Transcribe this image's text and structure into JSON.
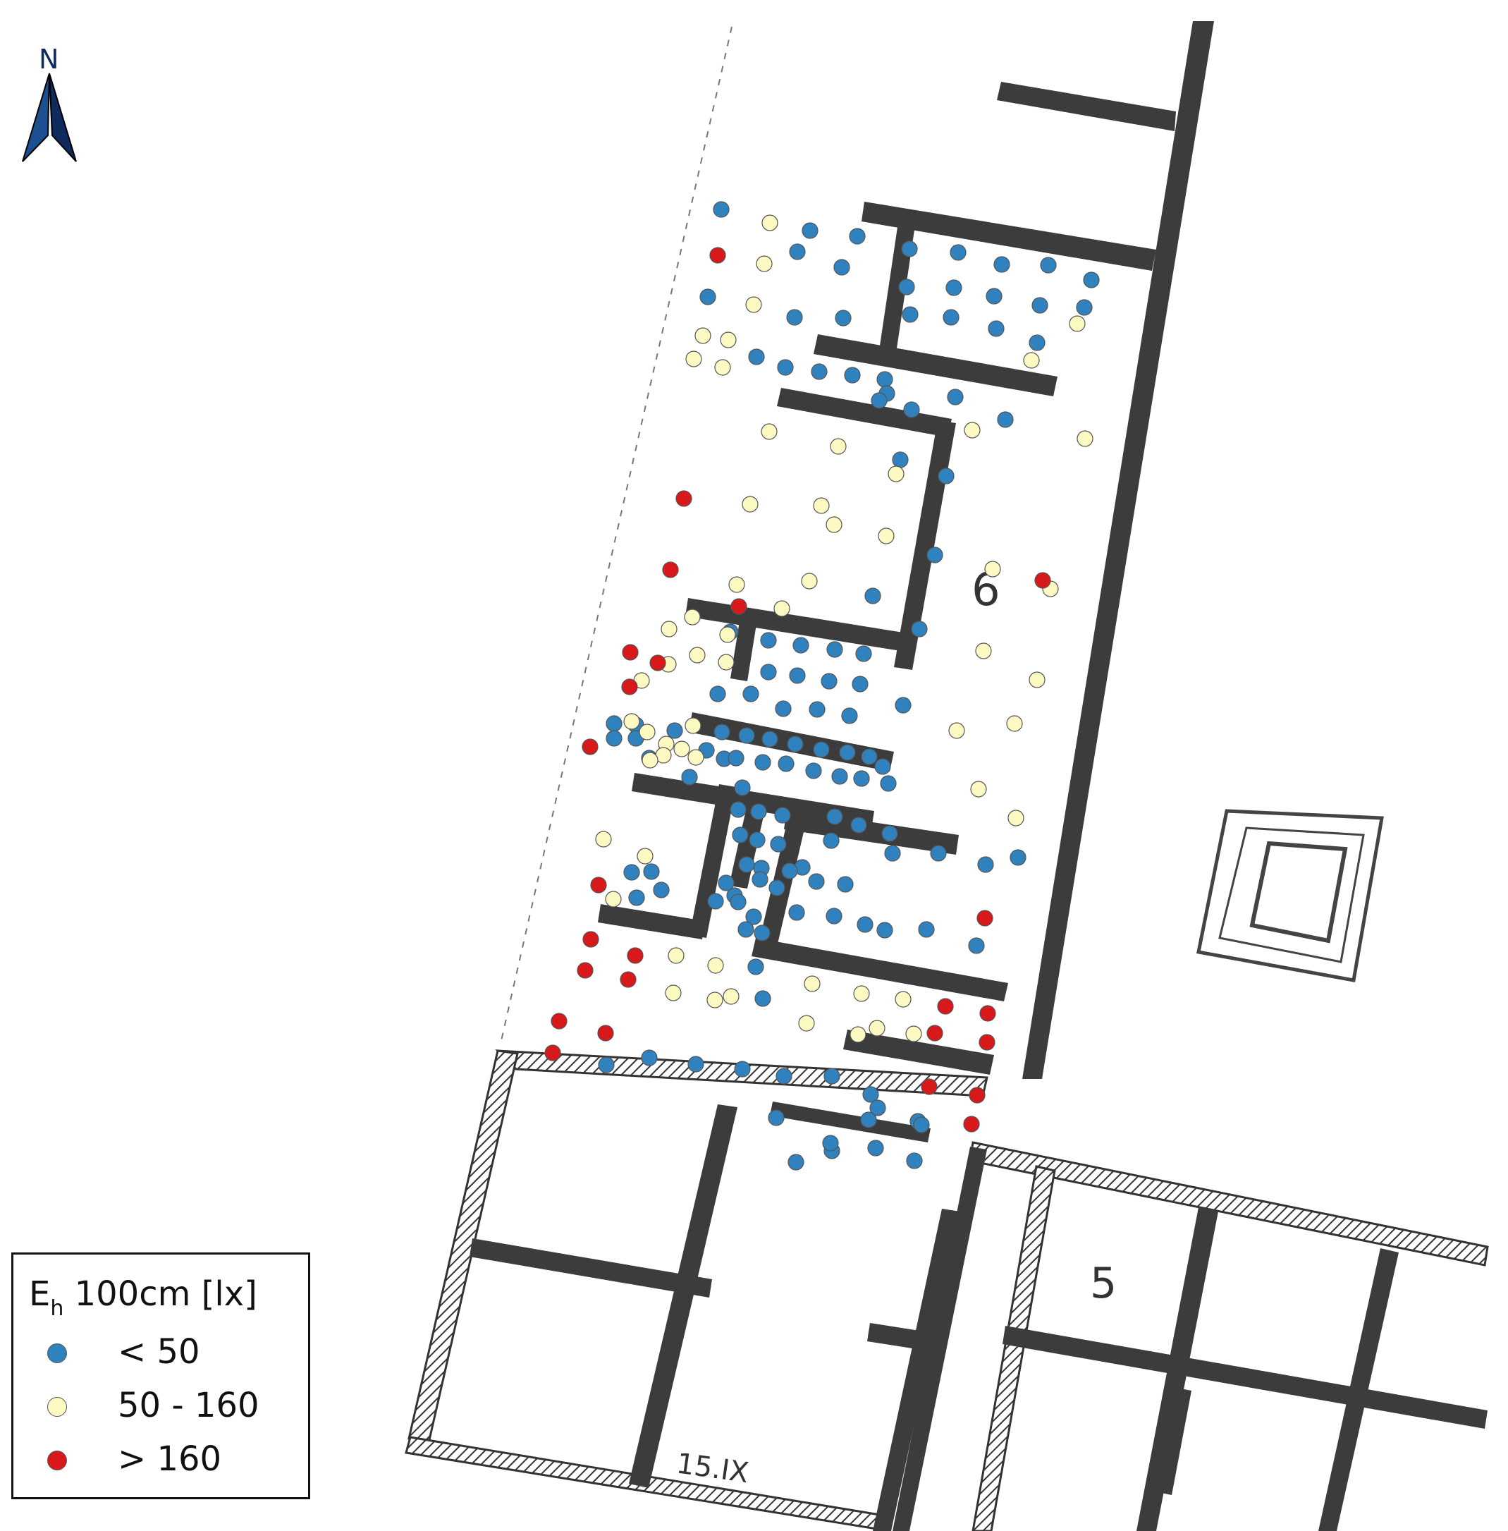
{
  "north_arrow": {
    "letter": "N"
  },
  "plan_labels": {
    "house": "6",
    "block": "5",
    "insula": "15.IX"
  },
  "legend": {
    "title_main": "E",
    "title_sub": "h",
    "title_rest": " 100cm [lx]",
    "classes": [
      {
        "label": "< 50",
        "color": "#2f82bd"
      },
      {
        "label": "50 - 160",
        "color": "#fdf9c2"
      },
      {
        "label": "> 160",
        "color": "#d7191c"
      }
    ]
  },
  "measurements": {
    "low": [
      [
        1023,
        297
      ],
      [
        1149,
        327
      ],
      [
        1216,
        335
      ],
      [
        1290,
        353
      ],
      [
        1359,
        358
      ],
      [
        1421,
        375
      ],
      [
        1487,
        376
      ],
      [
        1548,
        397
      ],
      [
        1131,
        357
      ],
      [
        1194,
        379
      ],
      [
        1286,
        407
      ],
      [
        1353,
        408
      ],
      [
        1410,
        420
      ],
      [
        1475,
        433
      ],
      [
        1538,
        436
      ],
      [
        1004,
        421
      ],
      [
        1127,
        450
      ],
      [
        1196,
        451
      ],
      [
        1291,
        446
      ],
      [
        1349,
        450
      ],
      [
        1413,
        466
      ],
      [
        1471,
        486
      ],
      [
        1073,
        506
      ],
      [
        1114,
        521
      ],
      [
        1162,
        527
      ],
      [
        1209,
        532
      ],
      [
        1255,
        538
      ],
      [
        1258,
        558
      ],
      [
        1293,
        581
      ],
      [
        1247,
        568
      ],
      [
        1355,
        563
      ],
      [
        1426,
        595
      ],
      [
        1277,
        652
      ],
      [
        1342,
        675
      ],
      [
        1326,
        787
      ],
      [
        1238,
        845
      ],
      [
        1304,
        892
      ],
      [
        1036,
        896
      ],
      [
        1090,
        908
      ],
      [
        1136,
        915
      ],
      [
        1184,
        921
      ],
      [
        1225,
        927
      ],
      [
        1090,
        953
      ],
      [
        1131,
        958
      ],
      [
        1176,
        966
      ],
      [
        1220,
        970
      ],
      [
        1018,
        984
      ],
      [
        1065,
        984
      ],
      [
        1111,
        1005
      ],
      [
        1159,
        1006
      ],
      [
        1205,
        1015
      ],
      [
        1281,
        1000
      ],
      [
        871,
        1026
      ],
      [
        902,
        1028
      ],
      [
        871,
        1047
      ],
      [
        902,
        1047
      ],
      [
        921,
        1075
      ],
      [
        957,
        1036
      ],
      [
        1024,
        1038
      ],
      [
        1059,
        1043
      ],
      [
        1092,
        1048
      ],
      [
        1128,
        1055
      ],
      [
        1165,
        1063
      ],
      [
        1202,
        1067
      ],
      [
        1233,
        1073
      ],
      [
        1252,
        1087
      ],
      [
        1002,
        1064
      ],
      [
        1027,
        1076
      ],
      [
        1044,
        1075
      ],
      [
        1082,
        1081
      ],
      [
        1115,
        1083
      ],
      [
        1154,
        1093
      ],
      [
        1191,
        1101
      ],
      [
        1222,
        1104
      ],
      [
        1260,
        1111
      ],
      [
        1053,
        1117
      ],
      [
        978,
        1102
      ],
      [
        1047,
        1148
      ],
      [
        1076,
        1151
      ],
      [
        1110,
        1156
      ],
      [
        1184,
        1158
      ],
      [
        1218,
        1170
      ],
      [
        1179,
        1192
      ],
      [
        1262,
        1182
      ],
      [
        1266,
        1210
      ],
      [
        1331,
        1210
      ],
      [
        1398,
        1226
      ],
      [
        1444,
        1216
      ],
      [
        1050,
        1184
      ],
      [
        1074,
        1191
      ],
      [
        1104,
        1197
      ],
      [
        1138,
        1230
      ],
      [
        1059,
        1226
      ],
      [
        1080,
        1231
      ],
      [
        1102,
        1259
      ],
      [
        1042,
        1270
      ],
      [
        1030,
        1252
      ],
      [
        1078,
        1247
      ],
      [
        1015,
        1278
      ],
      [
        1047,
        1279
      ],
      [
        1069,
        1300
      ],
      [
        1058,
        1318
      ],
      [
        1081,
        1323
      ],
      [
        1120,
        1235
      ],
      [
        1158,
        1250
      ],
      [
        1199,
        1254
      ],
      [
        1130,
        1294
      ],
      [
        1183,
        1299
      ],
      [
        1227,
        1311
      ],
      [
        1255,
        1319
      ],
      [
        1314,
        1318
      ],
      [
        1385,
        1341
      ],
      [
        896,
        1237
      ],
      [
        924,
        1236
      ],
      [
        938,
        1262
      ],
      [
        903,
        1273
      ],
      [
        1072,
        1371
      ],
      [
        1082,
        1416
      ],
      [
        860,
        1510
      ],
      [
        921,
        1500
      ],
      [
        987,
        1509
      ],
      [
        1053,
        1516
      ],
      [
        1112,
        1526
      ],
      [
        1180,
        1526
      ],
      [
        1235,
        1552
      ],
      [
        1245,
        1571
      ],
      [
        1101,
        1585
      ],
      [
        1232,
        1588
      ],
      [
        1302,
        1590
      ],
      [
        1242,
        1628
      ],
      [
        1180,
        1632
      ],
      [
        1129,
        1648
      ],
      [
        1178,
        1621
      ],
      [
        1297,
        1646
      ],
      [
        1307,
        1595
      ]
    ],
    "mid": [
      [
        1092,
        316
      ],
      [
        1084,
        374
      ],
      [
        1069,
        432
      ],
      [
        997,
        476
      ],
      [
        1033,
        482
      ],
      [
        984,
        509
      ],
      [
        1025,
        521
      ],
      [
        1091,
        612
      ],
      [
        1189,
        633
      ],
      [
        1528,
        459
      ],
      [
        1463,
        511
      ],
      [
        1379,
        610
      ],
      [
        1539,
        622
      ],
      [
        1064,
        715
      ],
      [
        1165,
        717
      ],
      [
        1271,
        672
      ],
      [
        1183,
        744
      ],
      [
        1257,
        760
      ],
      [
        1408,
        807
      ],
      [
        1490,
        835
      ],
      [
        1471,
        964
      ],
      [
        1395,
        923
      ],
      [
        1357,
        1036
      ],
      [
        1439,
        1026
      ],
      [
        1388,
        1119
      ],
      [
        1441,
        1160
      ],
      [
        1148,
        824
      ],
      [
        1045,
        829
      ],
      [
        1109,
        863
      ],
      [
        982,
        875
      ],
      [
        949,
        892
      ],
      [
        1032,
        900
      ],
      [
        989,
        929
      ],
      [
        948,
        942
      ],
      [
        1030,
        939
      ],
      [
        910,
        965
      ],
      [
        896,
        1023
      ],
      [
        918,
        1038
      ],
      [
        983,
        1029
      ],
      [
        945,
        1055
      ],
      [
        967,
        1062
      ],
      [
        941,
        1071
      ],
      [
        922,
        1078
      ],
      [
        987,
        1074
      ],
      [
        856,
        1190
      ],
      [
        915,
        1214
      ],
      [
        870,
        1275
      ],
      [
        959,
        1355
      ],
      [
        1015,
        1369
      ],
      [
        1037,
        1413
      ],
      [
        955,
        1408
      ],
      [
        1014,
        1418
      ],
      [
        1152,
        1395
      ],
      [
        1222,
        1409
      ],
      [
        1281,
        1417
      ],
      [
        1244,
        1458
      ],
      [
        1144,
        1451
      ],
      [
        1217,
        1467
      ],
      [
        1296,
        1466
      ]
    ],
    "high": [
      [
        1018,
        362
      ],
      [
        970,
        707
      ],
      [
        951,
        808
      ],
      [
        1479,
        823
      ],
      [
        1048,
        860
      ],
      [
        894,
        925
      ],
      [
        933,
        940
      ],
      [
        893,
        974
      ],
      [
        837,
        1059
      ],
      [
        849,
        1255
      ],
      [
        838,
        1332
      ],
      [
        901,
        1355
      ],
      [
        830,
        1376
      ],
      [
        891,
        1389
      ],
      [
        793,
        1448
      ],
      [
        859,
        1465
      ],
      [
        784,
        1493
      ],
      [
        1341,
        1427
      ],
      [
        1326,
        1465
      ],
      [
        1401,
        1437
      ],
      [
        1400,
        1478
      ],
      [
        1397,
        1302
      ],
      [
        1318,
        1541
      ],
      [
        1386,
        1553
      ],
      [
        1378,
        1594
      ]
    ]
  }
}
